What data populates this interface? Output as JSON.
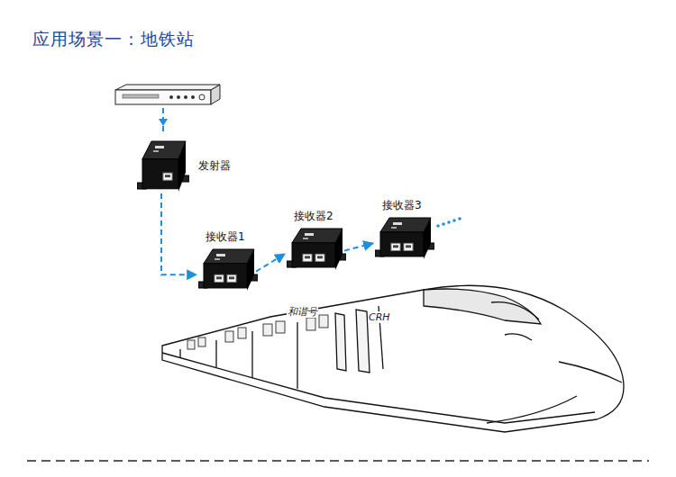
{
  "diagram": {
    "title": "应用场景一：地铁站",
    "nodes": [
      {
        "text": [
          "发射器"
        ]
      },
      {
        "text": [
          "接收器1"
        ]
      },
      {
        "text": [
          "接收器2"
        ]
      },
      {
        "text": [
          "接收器3"
        ]
      }
    ],
    "edges": [
      {
        "from": 0,
        "to": 1,
        "arrow": "to"
      },
      {
        "from": 1,
        "to": 2,
        "arrow": "to"
      },
      {
        "from": 2,
        "to": 3,
        "arrow": "to"
      }
    ],
    "labels": [
      "和谐号",
      "CRH"
    ]
  }
}
